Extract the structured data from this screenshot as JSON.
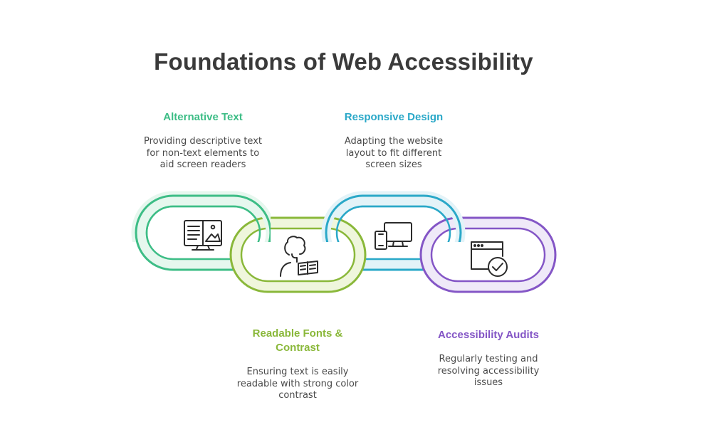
{
  "title": "Foundations of Web Accessibility",
  "colors": {
    "alt_text": "#3dbd86",
    "readable": "#8ab83a",
    "responsive": "#2aa8c8",
    "audits": "#8456c6",
    "text": "#3a3a3a"
  },
  "items": [
    {
      "heading_lines": [
        "Alternative Text"
      ],
      "desc_lines": [
        "Providing descriptive text",
        "for non-text elements to",
        "aid screen readers"
      ],
      "icon": "monitor-image-icon"
    },
    {
      "heading_lines": [
        "Readable Fonts &",
        "Contrast"
      ],
      "desc_lines": [
        "Ensuring text is easily",
        "readable with strong color",
        "contrast"
      ],
      "icon": "person-reading-icon"
    },
    {
      "heading_lines": [
        "Responsive Design"
      ],
      "desc_lines": [
        "Adapting the website",
        "layout to fit different",
        "screen sizes"
      ],
      "icon": "devices-icon"
    },
    {
      "heading_lines": [
        "Accessibility Audits"
      ],
      "desc_lines": [
        "Regularly testing and",
        "resolving accessibility",
        "issues"
      ],
      "icon": "browser-check-icon"
    }
  ]
}
